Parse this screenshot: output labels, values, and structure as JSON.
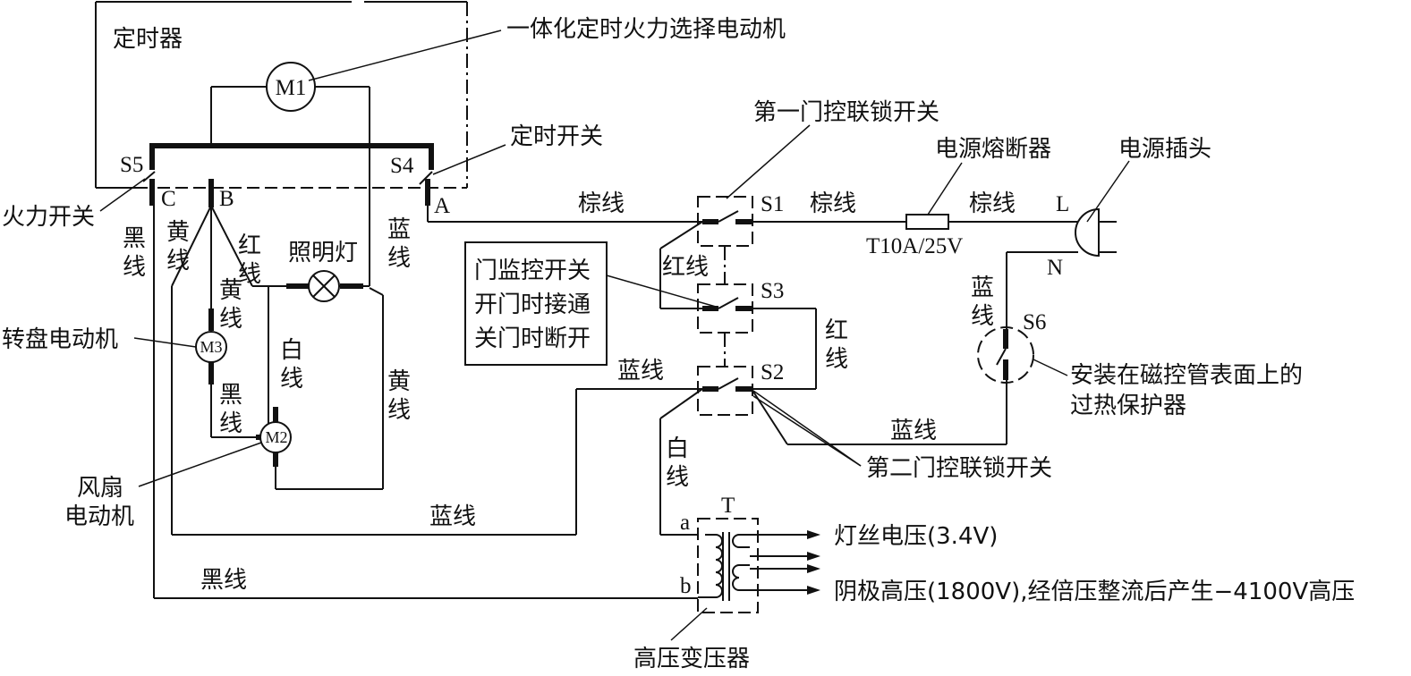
{
  "labels": {
    "timer": "定时器",
    "m1_desc": "一体化定时火力选择电动机",
    "timer_switch": "定时开关",
    "fire_switch": "火力开关",
    "door1": "第一门控联锁开关",
    "fuse": "电源熔断器",
    "plug": "电源插头",
    "fuse_rating": "T10A/25V",
    "lamp": "照明灯",
    "monitor_switch": [
      "门监控开关",
      "开门时接通",
      "关门时断开"
    ],
    "turntable_motor": "转盘电动机",
    "fan_motor": [
      "风扇",
      "电动机"
    ],
    "protector": [
      "安装在磁控管表面上的",
      "过热保护器"
    ],
    "door2": "第二门控联锁开关",
    "hv_transformer": "高压变压器",
    "filament": "灯丝电压(3.4V)",
    "cathode": "阴极高压(1800V),经倍压整流后产生−4100V高压"
  },
  "components": {
    "m1": "M1",
    "m2": "M2",
    "m3": "M3",
    "s1": "S1",
    "s2": "S2",
    "s3": "S3",
    "s4": "S4",
    "s5": "S5",
    "s6": "S6",
    "t": "T",
    "a": "A",
    "b": "B",
    "c": "C",
    "ta": "a",
    "tb": "b",
    "l": "L",
    "n": "N"
  },
  "wires": {
    "brown": "棕线",
    "black": "黑线",
    "yellow": "黄线",
    "red": "红线",
    "blue": "蓝线",
    "white": "白线"
  },
  "vertical_wire_labels": {
    "black_left": "黑线",
    "yellow_c": "黄线",
    "red_b": "红线",
    "blue_top": "蓝线",
    "yellow_b": "黄线",
    "black_b": "黑线",
    "white_lamp": "白线",
    "yellow_right": "黄线",
    "red_s3": "红线",
    "blue_n": "蓝线",
    "white_s2": "白线"
  }
}
